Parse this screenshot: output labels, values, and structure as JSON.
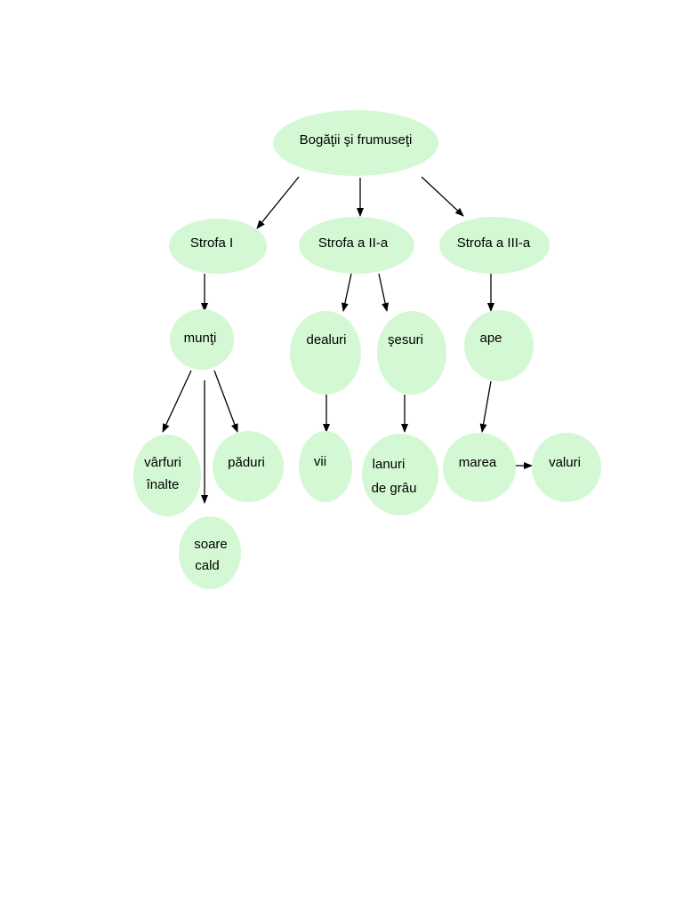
{
  "diagram": {
    "root": {
      "label": "Bogăţii şi frumuseţi"
    },
    "strofe": [
      {
        "label": "Strofa I"
      },
      {
        "label": "Strofa a II-a"
      },
      {
        "label": "Strofa a III-a"
      }
    ],
    "munti": {
      "label": "munţi"
    },
    "dealuri": {
      "label": "dealuri"
    },
    "sesuri": {
      "label": "şesuri"
    },
    "ape": {
      "label": "ape"
    },
    "varfuri": {
      "line1": "vârfuri",
      "line2": "înalte"
    },
    "paduri": {
      "label": "păduri"
    },
    "soare": {
      "line1": "soare",
      "line2": "cald"
    },
    "vii": {
      "label": "vii"
    },
    "lanuri": {
      "line1": "lanuri",
      "line2": "de grâu"
    },
    "marea": {
      "label": "marea"
    },
    "valuri": {
      "label": "valuri"
    }
  },
  "colors": {
    "node_fill": "#d3f8d3",
    "line": "#000000"
  }
}
